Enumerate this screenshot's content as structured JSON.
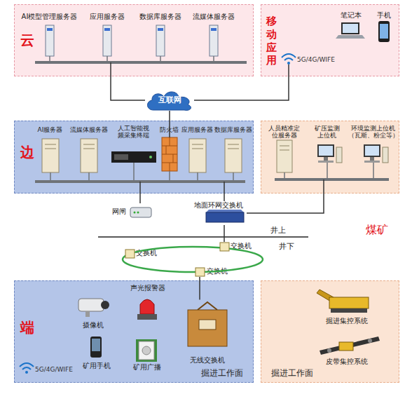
{
  "diagram": {
    "nodes": [
      {
        "text": [
          "云"
        ]
      },
      {
        "text": [
          "AI模型管理服务器"
        ],
        "in": 0
      },
      {
        "text": [
          "应用服务器"
        ],
        "in": 0
      },
      {
        "text": [
          "数据库服务器"
        ],
        "in": 0
      },
      {
        "text": [
          "流媒体服务器"
        ],
        "in": 0
      },
      {
        "text": [
          "移动应用"
        ]
      },
      {
        "text": [
          "笔记本"
        ],
        "in": 5
      },
      {
        "text": [
          "手机"
        ],
        "in": 5
      },
      {
        "text": [
          "互联网"
        ]
      },
      {
        "text": [
          "边"
        ]
      },
      {
        "text": [
          "AI服务器"
        ],
        "in": 9
      },
      {
        "text": [
          "流媒体服务器"
        ],
        "in": 9
      },
      {
        "text": [
          "人工智能视 频采集终端"
        ],
        "in": 9
      },
      {
        "text": [
          "防火墙"
        ],
        "in": 9
      },
      {
        "text": [
          "应用服务器"
        ],
        "in": 9
      },
      {
        "text": [
          "数据库服务器"
        ],
        "in": 9
      },
      {
        "text": []
      },
      {
        "text": [
          "人员精准定 位服务器"
        ],
        "in": 16
      },
      {
        "text": [
          "矿压监测 上位机"
        ],
        "in": 16
      },
      {
        "text": [
          "环境监测上位机 （瓦斯、粉尘等）"
        ],
        "in": 16
      },
      {
        "text": [
          "网闸"
        ]
      },
      {
        "text": [
          "地面环网交换机"
        ]
      },
      {
        "text": [
          "交换机"
        ]
      },
      {
        "text": [
          "交换机"
        ]
      },
      {
        "text": [
          "交换机"
        ]
      },
      {
        "text": [
          "端",
          "掘进工作面"
        ]
      },
      {
        "text": [
          "摄像机"
        ],
        "in": 25
      },
      {
        "text": [
          "声光报警器"
        ],
        "in": 25
      },
      {
        "text": [
          "矿用手机"
        ],
        "in": 25
      },
      {
        "text": [
          "矿用广播"
        ],
        "in": 25
      },
      {
        "text": [
          "无线交换机"
        ],
        "in": 25
      },
      {
        "text": [
          "掘进工作面"
        ]
      },
      {
        "text": [
          "掘进集控系统"
        ],
        "in": 31
      },
      {
        "text": [
          "皮带集控系统"
        ],
        "in": 31
      }
    ],
    "edges": [
      {
        "from": 0,
        "to": 8,
        "arrow": "none"
      },
      {
        "from": 5,
        "to": 8,
        "arrow": "none"
      },
      {
        "from": 8,
        "to": 9,
        "arrow": "none"
      },
      {
        "from": 9,
        "to": 20,
        "arrow": "none"
      },
      {
        "from": 9,
        "to": 21,
        "arrow": "none"
      },
      {
        "from": 16,
        "to": 21,
        "arrow": "none"
      },
      {
        "from": 21,
        "to": 23,
        "arrow": "none"
      },
      {
        "from": 24,
        "to": 30,
        "arrow": "none"
      }
    ],
    "labels": [
      "5G/4G/WIFE",
      "井上",
      "井下",
      "煤矿",
      "5G/4G/WIFE"
    ]
  }
}
